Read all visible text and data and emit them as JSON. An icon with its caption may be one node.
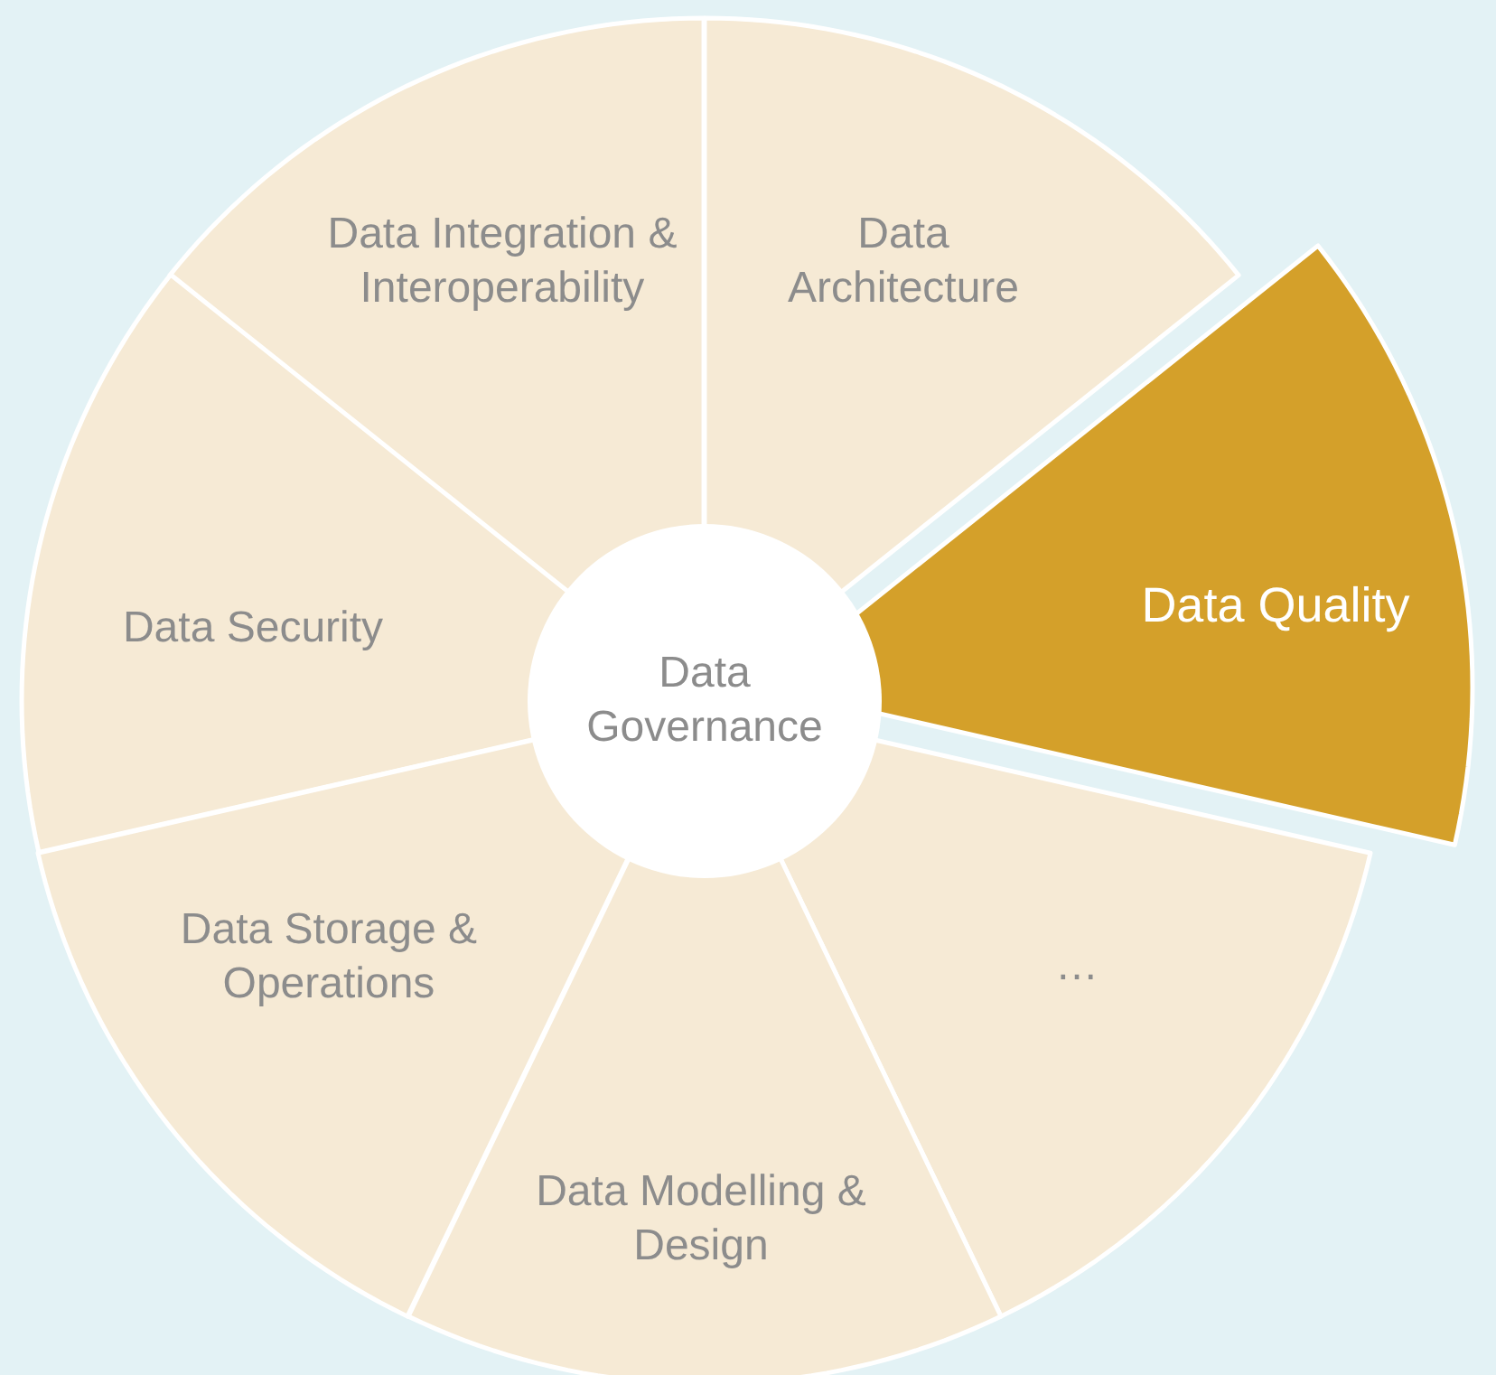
{
  "diagram": {
    "nodes": [
      {
        "text": [
          "Data Integration & Interoperability"
        ]
      },
      {
        "text": [
          "Data Architecture"
        ]
      },
      {
        "text": [
          "Data Quality"
        ]
      },
      {
        "text": [
          "Data Security"
        ]
      },
      {
        "text": [
          "Data Governance"
        ]
      },
      {
        "text": [
          "Data Storage & Operations"
        ]
      },
      {
        "text": [
          "…"
        ]
      },
      {
        "text": [
          "Data Modelling & Design"
        ]
      }
    ]
  }
}
